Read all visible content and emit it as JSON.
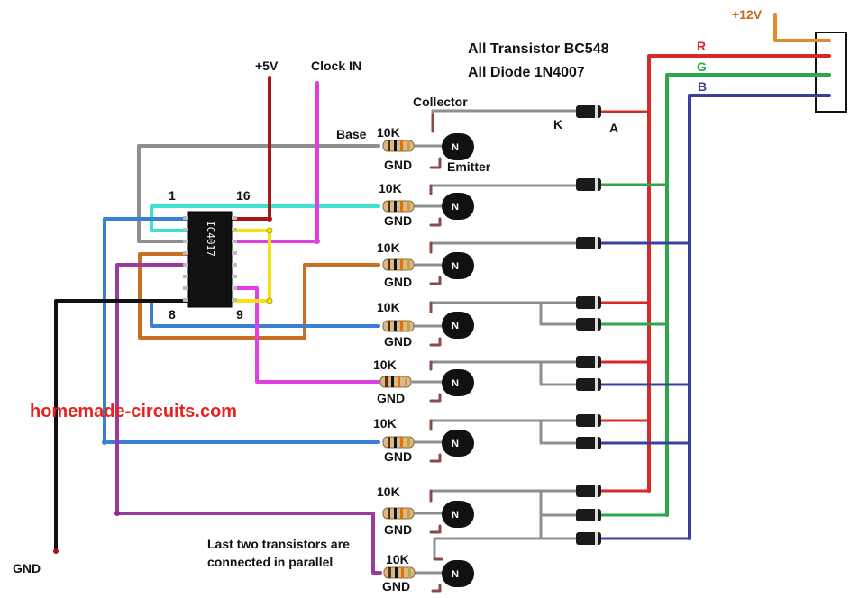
{
  "labels": {
    "supply_12v": "+12V",
    "supply_5v": "+5V",
    "clock_in": "Clock IN",
    "transistor_note": "All Transistor BC548",
    "diode_note": "All Diode 1N4007",
    "collector": "Collector",
    "base": "Base",
    "emitter": "Emitter",
    "cathode": "K",
    "anode": "A",
    "gnd_main": "GND",
    "site": "homemade-circuits.com",
    "parallel_note_line1": "Last two transistors are",
    "parallel_note_line2": "connected in parallel"
  },
  "rgb_leads": {
    "r": "R",
    "g": "G",
    "b": "B"
  },
  "ic": {
    "name": "IC4017",
    "pin_1": "1",
    "pin_16": "16",
    "pin_8": "8",
    "pin_9": "9"
  },
  "stages": [
    {
      "resistor": "10K",
      "gnd": "GND",
      "transistor": "N"
    },
    {
      "resistor": "10K",
      "gnd": "GND",
      "transistor": "N"
    },
    {
      "resistor": "10K",
      "gnd": "GND",
      "transistor": "N"
    },
    {
      "resistor": "10K",
      "gnd": "GND",
      "transistor": "N"
    },
    {
      "resistor": "10K",
      "gnd": "GND",
      "transistor": "N"
    },
    {
      "resistor": "10K",
      "gnd": "GND",
      "transistor": "N"
    },
    {
      "resistor": "10K",
      "gnd": "GND",
      "transistor": "N"
    },
    {
      "resistor": "10K",
      "gnd": "GND",
      "transistor": "N"
    }
  ],
  "colors": {
    "red": "#d42a2a",
    "green": "#2fa64a",
    "blue": "#3b3f9c",
    "orange": "#e08a2c",
    "gray": "#8f8f8f",
    "cyan": "#3fe0d0",
    "pink": "#e040e0",
    "yellow": "#f2e312",
    "brown": "#c8701f",
    "mid_blue": "#3a7fd0",
    "purple": "#9a3a9a",
    "dark_red": "#a51818",
    "black": "#111111",
    "site_red": "#e8231f"
  }
}
